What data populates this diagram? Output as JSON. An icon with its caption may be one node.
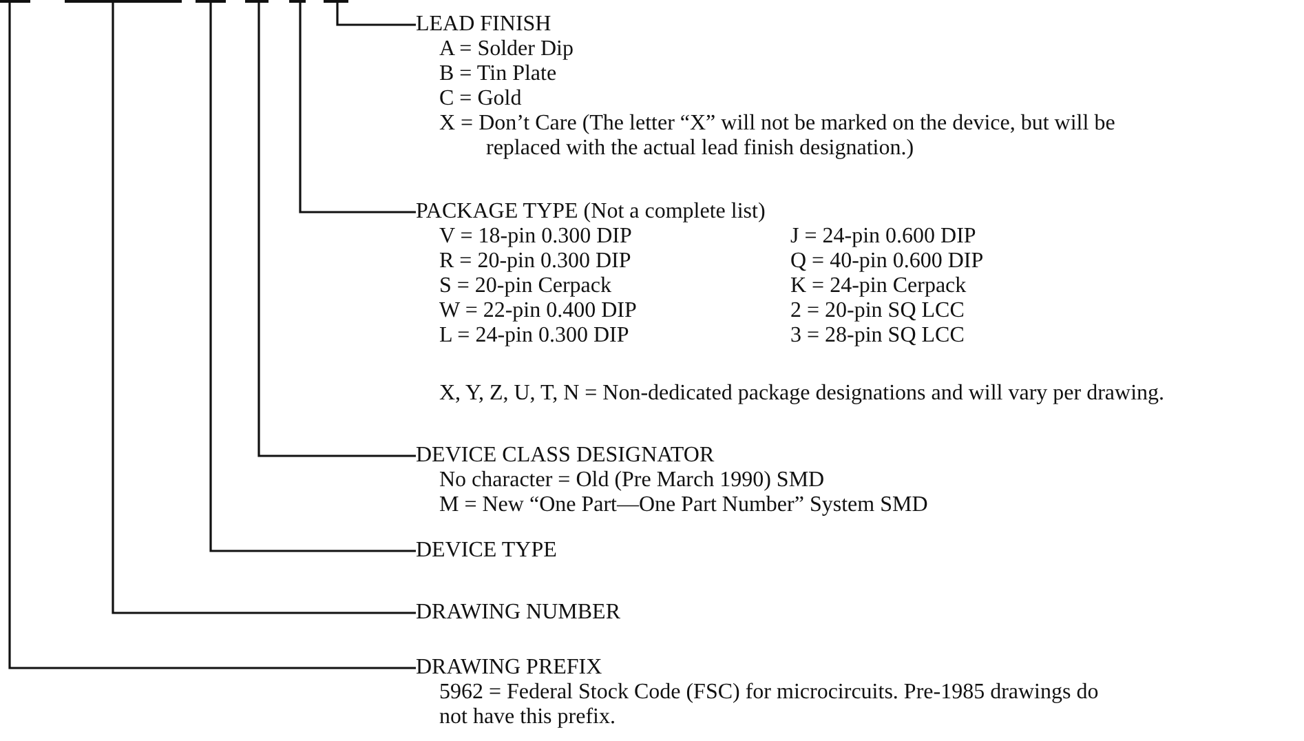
{
  "diagram": {
    "nodes": [
      {
        "text": [],
        "shape": "bar"
      },
      {
        "text": [],
        "shape": "bar"
      },
      {
        "text": [],
        "shape": "bar"
      },
      {
        "text": [],
        "shape": "bar"
      },
      {
        "text": [],
        "shape": "bar"
      },
      {
        "text": [],
        "shape": "bar"
      },
      {
        "text": [
          "LEAD FINISH",
          "A = Solder Dip",
          "B = Tin Plate",
          "C = Gold",
          "X = Don’t Care (The letter “X” will not be marked on the device, but will be replaced with the actual lead finish designation.)"
        ]
      },
      {
        "text": [
          "PACKAGE TYPE (Not a complete list)",
          "V = 18-pin 0.300 DIP",
          "J = 24-pin 0.600 DIP",
          "R = 20-pin 0.300 DIP",
          "Q = 40-pin 0.600 DIP",
          "S = 20-pin Cerpack",
          "K = 24-pin Cerpack",
          "W = 22-pin 0.400 DIP",
          "2 = 20-pin SQ LCC",
          "L = 24-pin 0.300 DIP",
          "3 = 28-pin SQ LCC",
          "X, Y, Z, U, T, N = Non-dedicated package designations and will vary per drawing."
        ]
      },
      {
        "text": [
          "DEVICE CLASS DESIGNATOR",
          "No character = Old (Pre March 1990) SMD",
          "M = New “One Part—One Part Number” System SMD"
        ]
      },
      {
        "text": [
          "DEVICE TYPE"
        ]
      },
      {
        "text": [
          "DRAWING NUMBER"
        ]
      },
      {
        "text": [
          "DRAWING PREFIX",
          "5962 = Federal Stock Code (FSC) for microcircuits. Pre-1985 drawings do not have this prefix."
        ]
      }
    ],
    "edges": [
      {
        "from": 6,
        "to": 5,
        "arrow": "none"
      },
      {
        "from": 7,
        "to": 4,
        "arrow": "none"
      },
      {
        "from": 8,
        "to": 3,
        "arrow": "none"
      },
      {
        "from": 9,
        "to": 2,
        "arrow": "none"
      },
      {
        "from": 10,
        "to": 1,
        "arrow": "none"
      },
      {
        "from": 11,
        "to": 0,
        "arrow": "none"
      }
    ]
  }
}
